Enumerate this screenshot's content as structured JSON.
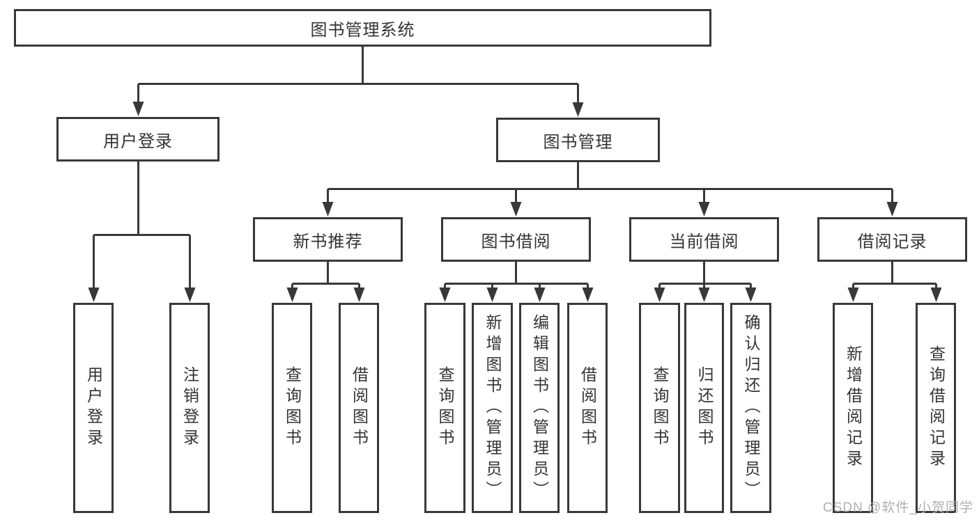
{
  "diagram": {
    "root": {
      "label": "图书管理系统"
    },
    "branches": [
      {
        "label": "用户登录",
        "children": [
          {
            "label": "用户登录"
          },
          {
            "label": "注销登录"
          }
        ]
      },
      {
        "label": "图书管理",
        "children": [
          {
            "label": "新书推荐",
            "children": [
              {
                "label": "查询图书"
              },
              {
                "label": "借阅图书"
              }
            ]
          },
          {
            "label": "图书借阅",
            "children": [
              {
                "label": "查询图书"
              },
              {
                "label": "新增图书（管理员）"
              },
              {
                "label": "编辑图书（管理员）"
              },
              {
                "label": "借阅图书"
              }
            ]
          },
          {
            "label": "当前借阅",
            "children": [
              {
                "label": "查询图书"
              },
              {
                "label": "归还图书"
              },
              {
                "label": "确认归还（管理员）"
              }
            ]
          },
          {
            "label": "借阅记录",
            "children": [
              {
                "label": "新增借阅记录"
              },
              {
                "label": "查询借阅记录"
              }
            ]
          }
        ]
      }
    ]
  },
  "watermark": {
    "text": "CSDN @软件_小贺同学"
  },
  "colors": {
    "line": "#383838",
    "text": "#333333",
    "watermark": "#b0b0b0",
    "background": "#ffffff"
  }
}
